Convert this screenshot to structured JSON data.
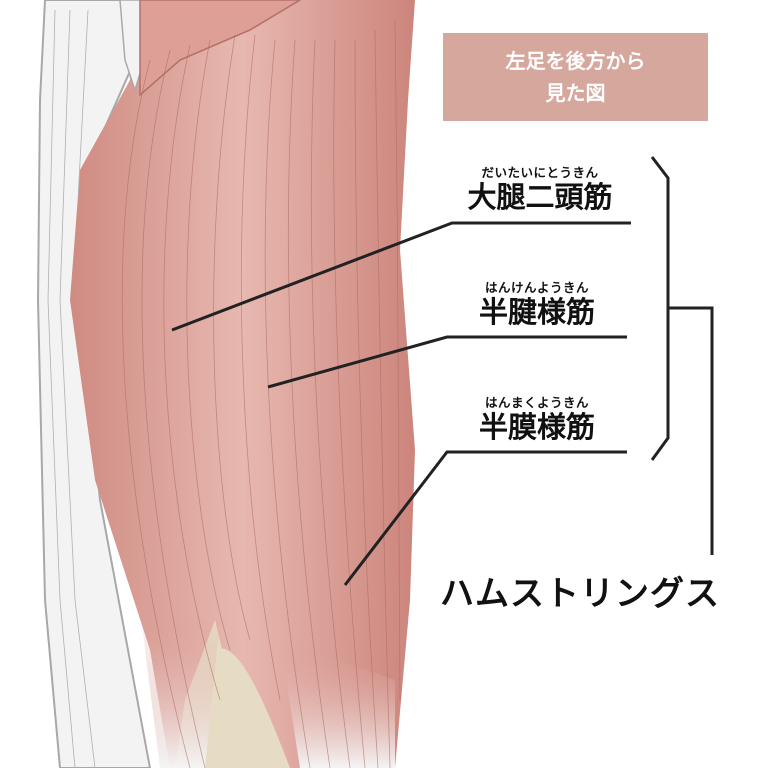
{
  "title": {
    "line1": "左足を後方から",
    "line2": "見た図"
  },
  "labels": [
    {
      "ruby": "だいたいにとうきん",
      "name": "大腿二頭筋"
    },
    {
      "ruby": "はんけんようきん",
      "name": "半腱様筋"
    },
    {
      "ruby": "はんまくようきん",
      "name": "半膜様筋"
    }
  ],
  "group_label": "ハムストリングス",
  "colors": {
    "title_bg": "#d6a79d",
    "muscle": "#d9968c",
    "tendon": "#f2f2f2",
    "bone": "#e6dcc4",
    "line": "#222222"
  }
}
